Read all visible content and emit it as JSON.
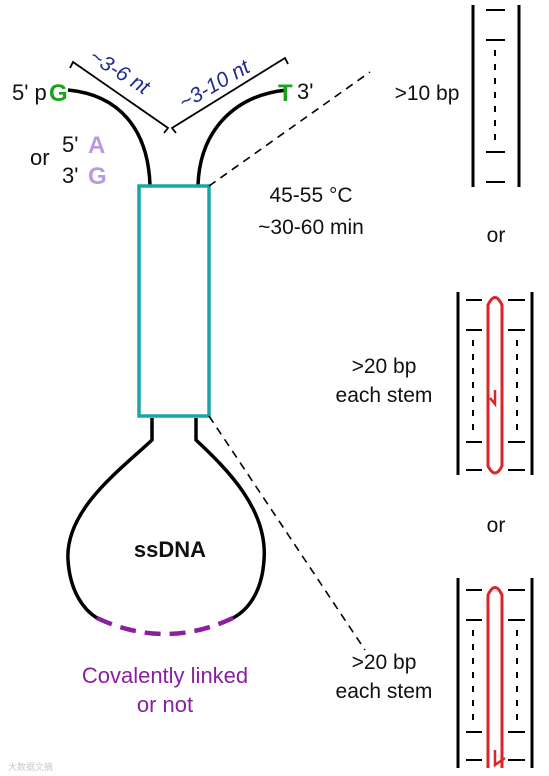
{
  "colors": {
    "stem_box": "#1aa5a5",
    "nt_label": "#1f2b8f",
    "base_green": "#1aa31a",
    "base_lavender": "#b79adf",
    "purple": "#8a1fa0",
    "hairpin_red": "#d9262a",
    "line": "#000000"
  },
  "left_end": {
    "five_prime_prefix": "5' p",
    "base": "G"
  },
  "right_end": {
    "base": "T",
    "three_prime": "3'"
  },
  "alt_end": {
    "or": "or",
    "five_prime": "5'",
    "three_prime": "3'",
    "top_base": "A",
    "bottom_base": "G"
  },
  "spacer_left": "~3-6 nt",
  "spacer_right": "~3-10 nt",
  "condition": {
    "temperature": "45-55 °C",
    "time": "~30-60 min"
  },
  "loop_label": "ssDNA",
  "linkage_note": {
    "line1": "Covalently linked",
    "line2": "or not"
  },
  "stem_options": {
    "option1": "&gt;10 bp",
    "or1": "or",
    "option2": {
      "line1": "&gt;20 bp",
      "line2": "each stem"
    },
    "or2": "or",
    "option3": {
      "line1": "&gt;20 bp",
      "line2": "each stem"
    }
  },
  "watermark": "大数据文摘"
}
